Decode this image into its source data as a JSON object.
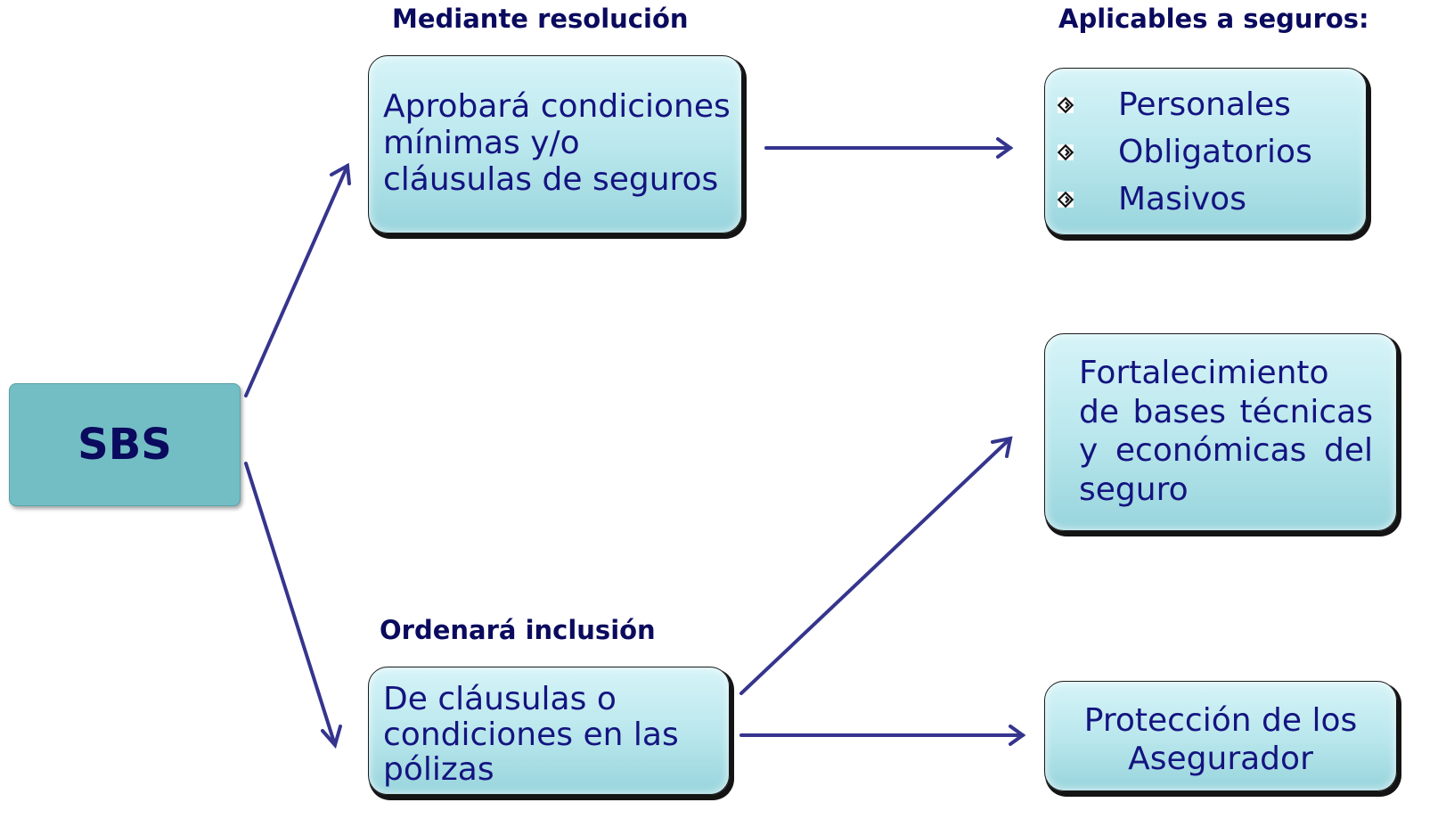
{
  "headings": {
    "mediante": "Mediante resolución",
    "aplicables": "Aplicables a seguros:",
    "ordenara": "Ordenará inclusión"
  },
  "sbs": {
    "label": "SBS"
  },
  "box_aprobara": {
    "lines": [
      "Aprobará condiciones",
      "mínimas y/o",
      "cláusulas de seguros"
    ]
  },
  "box_seguros": {
    "items": [
      "Personales",
      "Obligatorios",
      "Masivos"
    ]
  },
  "box_fortalecimiento": {
    "lines": [
      "Fortalecimiento",
      "de bases técnicas",
      "y económicas del",
      "seguro"
    ]
  },
  "box_clausulas": {
    "lines": [
      "De cláusulas o",
      "condiciones en las",
      "pólizas"
    ]
  },
  "box_proteccion": {
    "lines": [
      "Protección de los",
      "Asegurador"
    ]
  },
  "colors": {
    "arrow": "#35358e",
    "heading": "#0a0a5e",
    "box_text": "#141480",
    "sbs_fill": "#73bec4"
  }
}
